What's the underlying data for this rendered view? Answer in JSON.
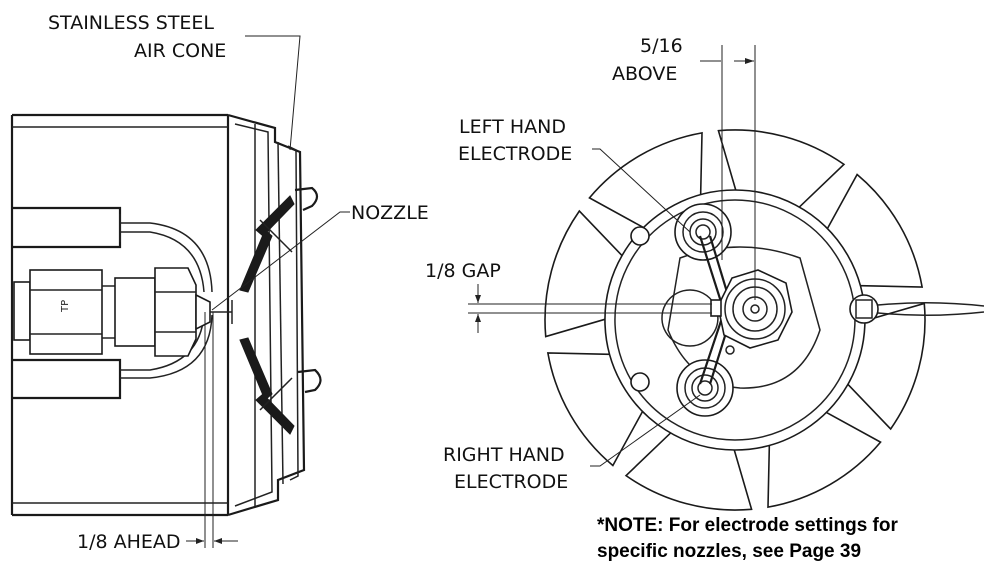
{
  "labels": {
    "air_cone": [
      "STAINLESS STEEL",
      "AIR CONE"
    ],
    "nozzle": "NOZZLE",
    "ahead": "1/8 AHEAD",
    "above": [
      "5/16",
      "ABOVE"
    ],
    "left_electrode": [
      "LEFT  HAND",
      "ELECTRODE"
    ],
    "gap": "1/8 GAP",
    "right_electrode": [
      "RIGHT HAND",
      "ELECTRODE"
    ]
  },
  "note": {
    "line1": "*NOTE: For electrode settings for",
    "line2": "specific nozzles, see Page 39"
  },
  "nozzle_marking": "TP"
}
